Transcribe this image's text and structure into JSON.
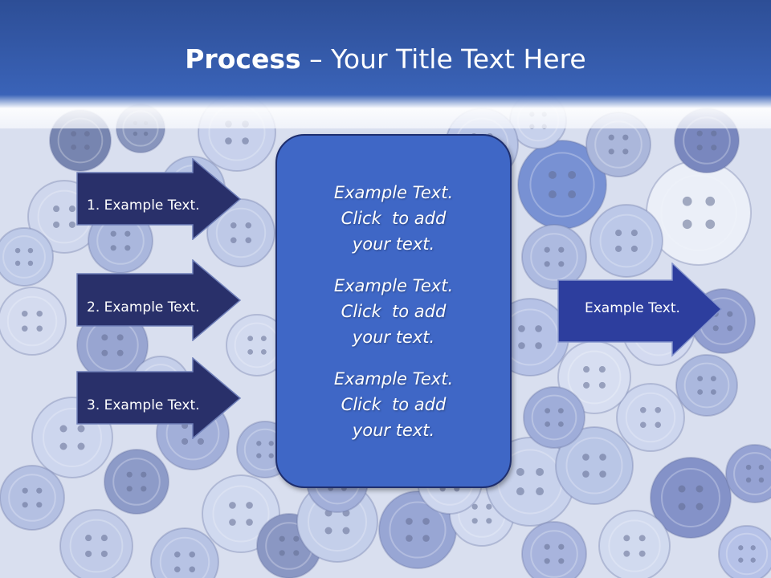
{
  "slide": {
    "title_bold": "Process",
    "title_rest": " – Your Title Text Here"
  },
  "left_arrows": [
    {
      "label": "1. Example Text."
    },
    {
      "label": "2. Example Text."
    },
    {
      "label": "3. Example Text."
    }
  ],
  "center_box": {
    "blocks": [
      {
        "lines": [
          "Example Text.",
          "Click  to add",
          "your text."
        ]
      },
      {
        "lines": [
          "Example Text.",
          "Click  to add",
          "your text."
        ]
      },
      {
        "lines": [
          "Example Text.",
          "Click  to add",
          "your text."
        ]
      }
    ]
  },
  "right_arrow": {
    "label": "Example Text."
  },
  "colors": {
    "header_blue": "#3a63b8",
    "left_arrow_fill": "#29306a",
    "right_arrow_fill": "#2d3e9e",
    "center_box_fill": "#3f67c6",
    "text": "#ffffff"
  }
}
